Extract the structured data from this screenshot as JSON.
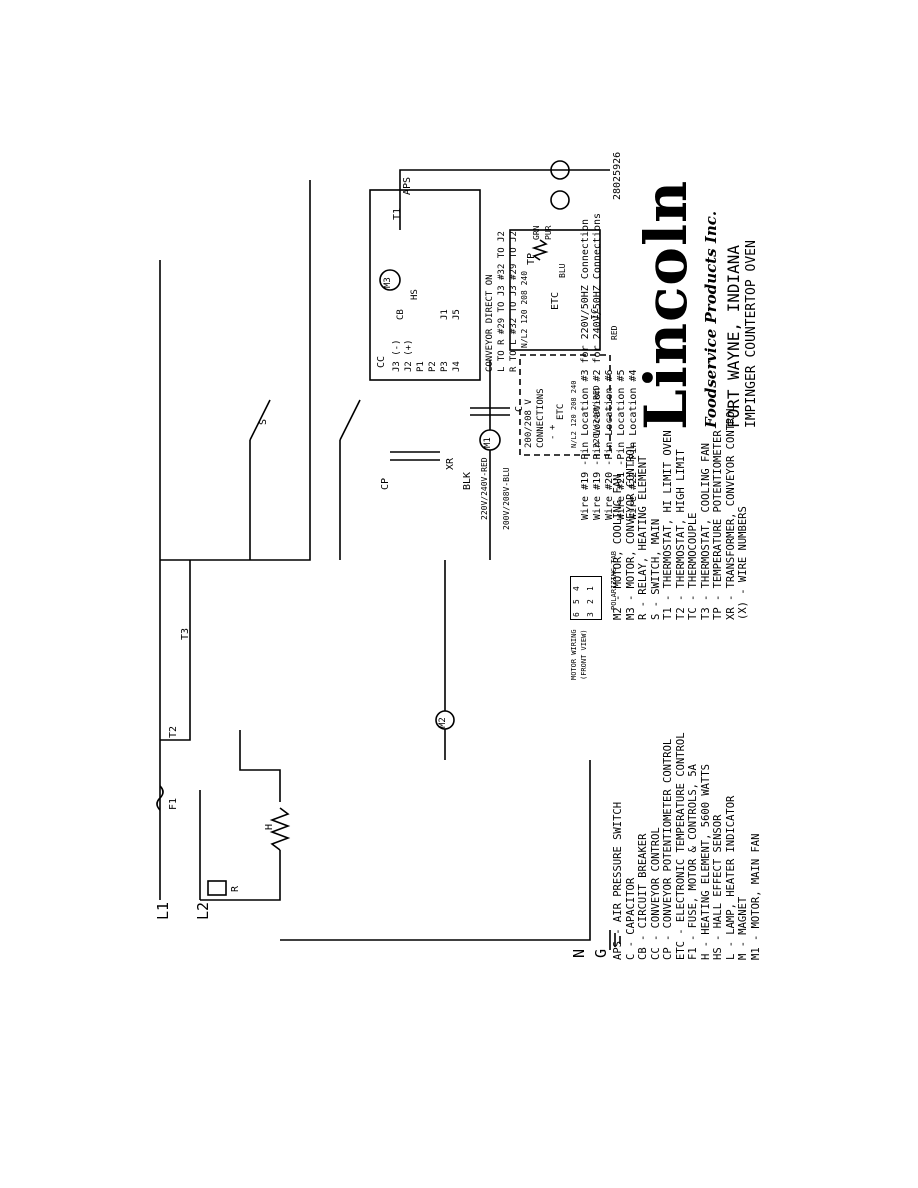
{
  "drawing_number": "28025926",
  "company": {
    "logo_text": "Lincoln",
    "subtitle": "Foodservice Products Inc.",
    "city": "FORT WAYNE, INDIANA",
    "product": "IMPINGER COUNTERTOP OVEN"
  },
  "pin_notes": [
    "Wire #19 -Pin Location #3 for 220V/50HZ Connection",
    "Wire #19 -Pin Location #2 for 240V/50HZ Connections",
    "Wire #20 -Pin Location #6",
    "Wire #21 -Pin Location #5",
    "Wire #22 -Pin Location #4"
  ],
  "motor_wiring": {
    "title": "MOTOR WIRING",
    "subtitle": "(FRONT VIEW)",
    "tab_label": "POLARIZING TAB",
    "pins": [
      "6",
      "5",
      "4",
      "3",
      "2",
      "1"
    ]
  },
  "inset": {
    "title_line1": "200/208 V",
    "title_line2": "CONNECTIONS",
    "etc_label": "ETC",
    "terminals": "N/L2 120 208 240",
    "red_label": "220V/240V-RED",
    "minus": "-",
    "plus": "+"
  },
  "conveyor": {
    "cc_label": "CC",
    "direction_title": "CONVEYOR DIRECT ON",
    "direction_lines": [
      "L TO R #29 TO J3 #32 TO J2",
      "R TO L #32 TO J3 #29 TO J2"
    ],
    "terminals": [
      "J3 (-)",
      "J2 (+)",
      "P1",
      "P2",
      "P3",
      "J4",
      "J1",
      "J5"
    ]
  },
  "labels": {
    "L1": "L1",
    "L2": "L2",
    "N": "N",
    "G": "G",
    "F1": "F1",
    "T2": "T2",
    "T3": "T3",
    "H": "H",
    "R": "R",
    "S": "S",
    "C": "C",
    "M1": "M1",
    "M2": "M2",
    "M3": "M3",
    "CP": "CP",
    "XR": "XR",
    "BLK": "BLK",
    "RED_240": "220V/240V-RED",
    "BLU_208": "200V/208V-BLU",
    "TP": "TP",
    "IC": "IC",
    "ETC": "ETC",
    "GRN": "GRN",
    "PUR": "PUR",
    "BLU": "BLU",
    "RED": "RED",
    "T1": "T1",
    "APS": "APS",
    "HS": "HS",
    "CB": "CB",
    "ETC_TERMS": "N/L2 120 208 240"
  },
  "legend_left": [
    "APS - AIR PRESSURE SWITCH",
    "C   - CAPACITOR",
    "CB  - CIRCUIT BREAKER",
    "CC  - CONVEYOR CONTROL",
    "CP  - CONVEYOR POTENTIOMETER CONTROL",
    "ETC - ELECTRONIC TEMPERATURE CONTROL",
    "F1  - FUSE, MOTOR & CONTROLS, 5A",
    "H   - HEATING ELEMENT, 5600 WATTS",
    "HS  - HALL EFFECT SENSOR",
    "L   - LAMP, HEATER INDICATOR",
    "M   - MAGNET",
    "M1  - MOTOR, MAIN FAN"
  ],
  "legend_right": [
    "M2 - MOTOR, COOLING FAN",
    "M3 - MOTOR, CONVEYOR CONTROL",
    "R  - RELAY, HEATING ELEMENT",
    "S  - SWITCH, MAIN",
    "T1 - THERMOSTAT, HI LIMIT OVEN",
    "T2 - THERMOSTAT, HIGH LIMIT",
    "TC - THERMOCOUPLE",
    "T3 - THERMOSTAT, COOLING FAN",
    "TP - TEMPERATURE POTENTIOMETER",
    "XR - TRANSFORMER, CONVEYOR CONTROL",
    "(X) - WIRE NUMBERS"
  ]
}
